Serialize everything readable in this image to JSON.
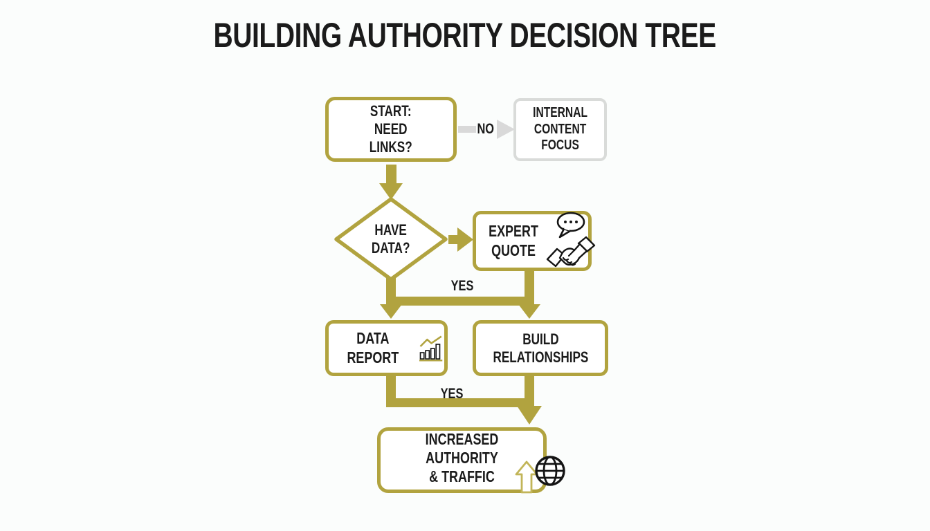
{
  "title": "BUILDING AUTHORITY DECISION TREE",
  "colors": {
    "accent_olive": "#b1a33f",
    "neutral_gray_arrow": "#d9d9d9",
    "neutral_gray_border": "#d9dbd9",
    "text": "#1b1b1b",
    "background": "#fbfdfc"
  },
  "nodes": {
    "start": {
      "label": "START:\nNEED\nLINKS?",
      "shape": "rounded-rect",
      "border": "olive"
    },
    "internal_content": {
      "label": "INTERNAL\nCONTENT\nFOCUS",
      "shape": "rounded-rect",
      "border": "gray"
    },
    "have_data": {
      "label": "HAVE\nDATA?",
      "shape": "diamond",
      "border": "olive"
    },
    "expert_quote": {
      "label": "EXPERT\nQUOTE",
      "shape": "rounded-rect",
      "border": "olive",
      "icons": [
        "speech-bubble",
        "handshake"
      ]
    },
    "data_report": {
      "label": "DATA REPORT",
      "shape": "rounded-rect",
      "border": "olive",
      "icons": [
        "bar-chart"
      ]
    },
    "build_relationships": {
      "label": "BUILD\nRELATIONSHIPS",
      "shape": "rounded-rect",
      "border": "olive"
    },
    "increased_authority": {
      "label": "INCREASED AUTHORITY\n& TRAFFIC",
      "shape": "rounded-rect",
      "border": "olive",
      "icons": [
        "up-arrow",
        "globe"
      ]
    }
  },
  "edges": {
    "start_to_internal": {
      "label": "NO",
      "style": "gray-arrow"
    },
    "start_to_have_data": {
      "label": "",
      "style": "olive-arrow"
    },
    "have_data_to_expert": {
      "label": "",
      "style": "olive-arrow"
    },
    "yes_branch_top": {
      "label": "YES",
      "style": "olive-arrow"
    },
    "yes_branch_bottom": {
      "label": "YES",
      "style": "olive-arrow"
    }
  }
}
